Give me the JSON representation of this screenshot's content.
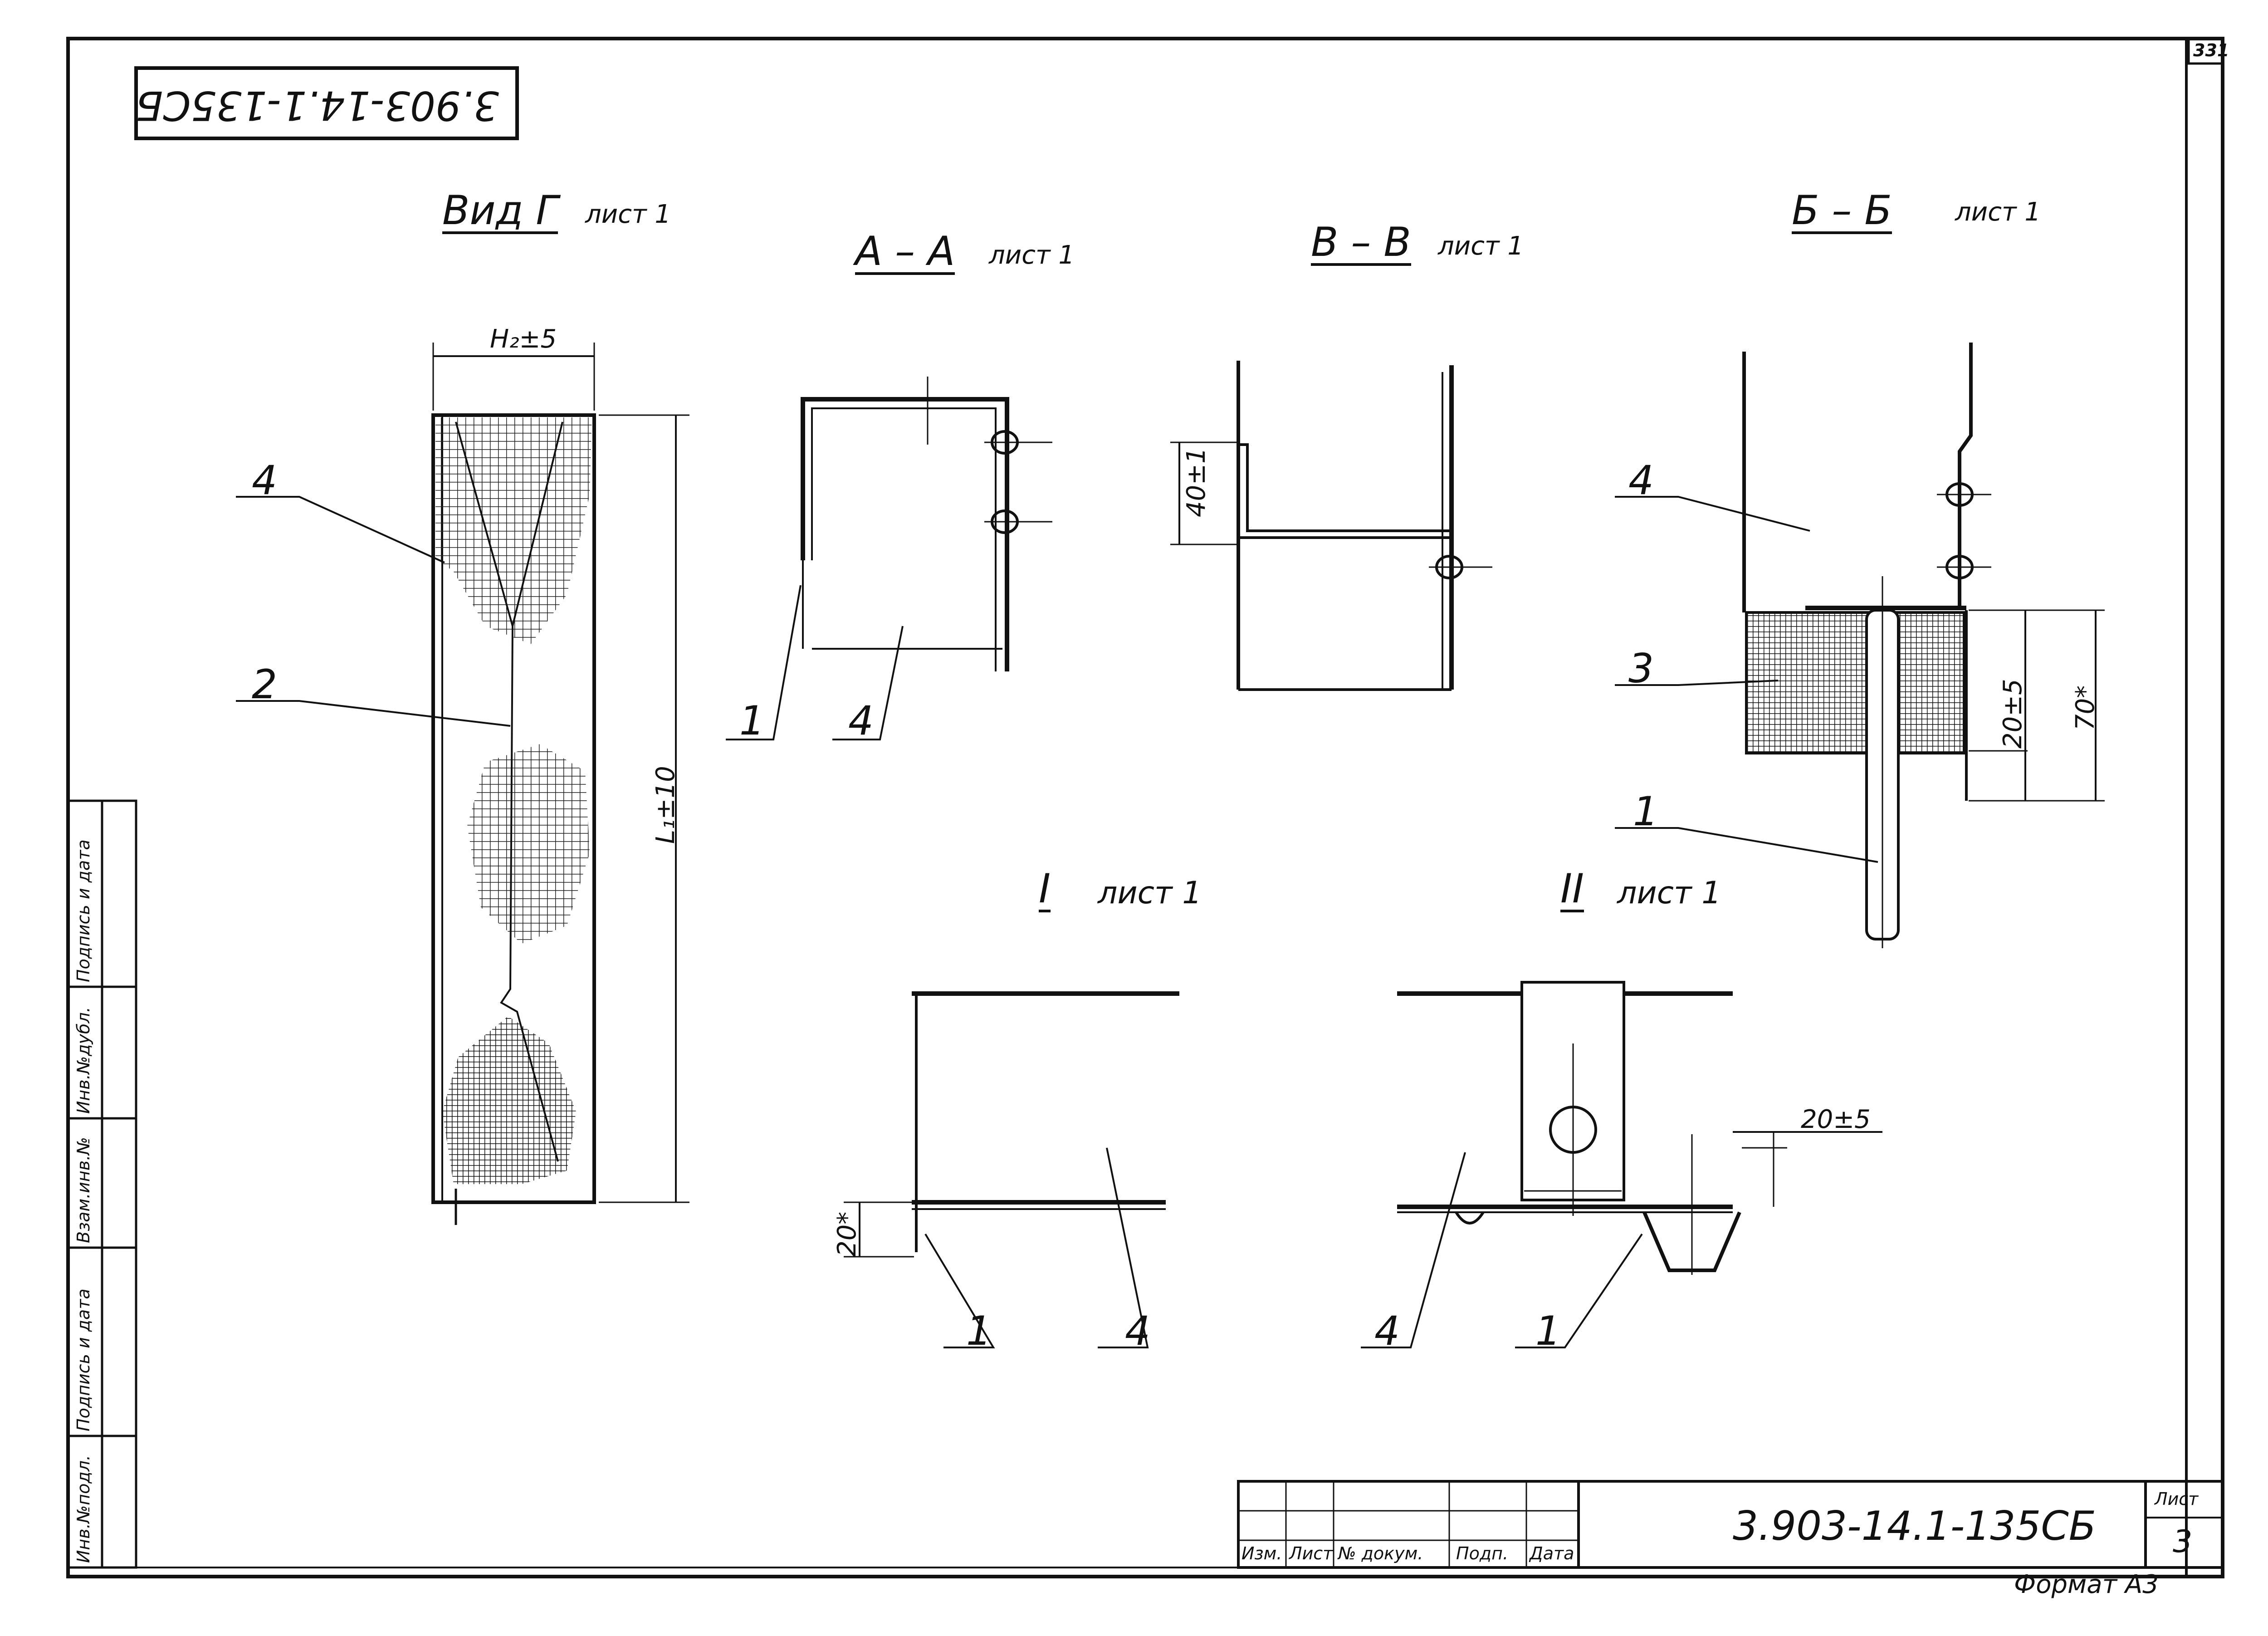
{
  "sheet_number_corner": "331",
  "stamp_code_mirrored": "3.903-14.1-135СБ",
  "views": {
    "vid_g": {
      "name": "Вид Г",
      "sheet": "лист 1"
    },
    "aa": {
      "name": "А – А",
      "sheet": "лист 1"
    },
    "vv": {
      "name": "В – В",
      "sheet": "лист 1"
    },
    "bb": {
      "name": "Б – Б",
      "sheet": "лист 1"
    },
    "det1": {
      "name": "I",
      "sheet": "лист 1"
    },
    "det2": {
      "name": "II",
      "sheet": "лист 1"
    }
  },
  "dimensions": {
    "h2": "H₂±5",
    "l1": "L₁±10",
    "d40": "40±1",
    "d20_bb": "20±5",
    "d70": "70*",
    "d20_det1": "20*",
    "d20_det2": "20±5"
  },
  "callouts": {
    "vid_g": [
      "4",
      "2"
    ],
    "aa": [
      "1",
      "4"
    ],
    "bb": [
      "4",
      "3",
      "1"
    ],
    "det1": [
      "1",
      "4"
    ],
    "det2": [
      "4",
      "1"
    ]
  },
  "side_strip": [
    "Инв.№подл.",
    "Подпись и дата",
    "Взам.инв.№",
    "Инв.№дубл.",
    "Подпись и дата"
  ],
  "title_block": {
    "columns": [
      "Изм.",
      "Лист",
      "№ докум.",
      "Подп.",
      "Дата"
    ],
    "code": "3.903-14.1-135СБ",
    "sheet_label": "Лист",
    "sheet_no": "3",
    "format": "Формат А3"
  }
}
